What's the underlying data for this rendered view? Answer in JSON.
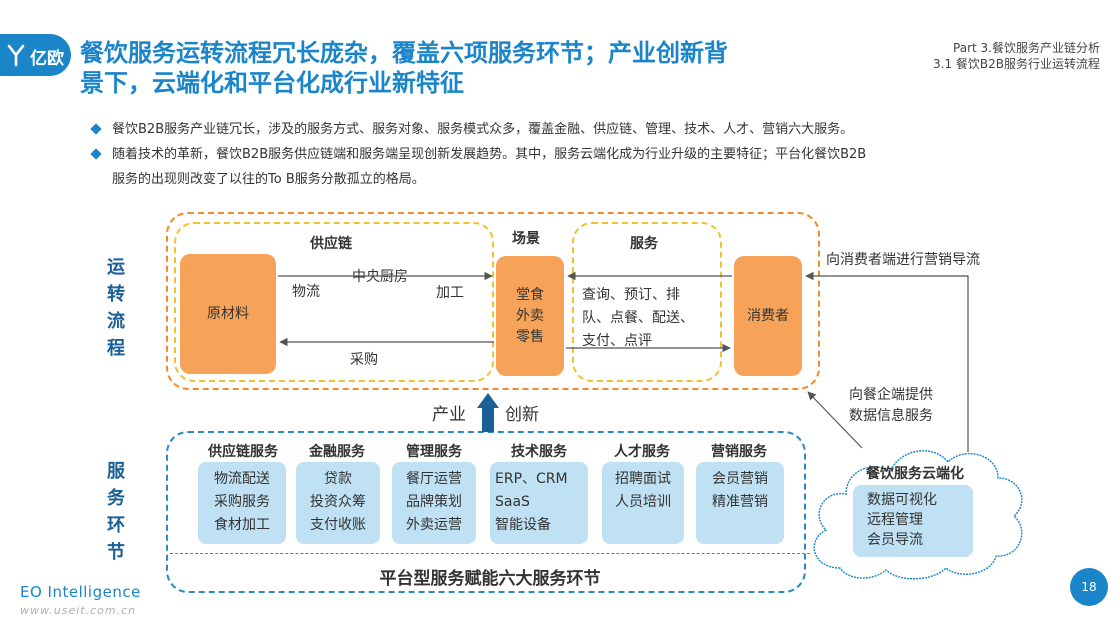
{
  "header": {
    "logo_text": "亿欧",
    "title_line1": "餐饮服务运转流程冗长庞杂，覆盖六项服务环节；产业创新背",
    "title_line2": "景下，云端化和平台化成行业新特征",
    "part_line1": "Part 3.餐饮服务产业链分析",
    "part_line2": "3.1 餐饮B2B服务行业运转流程"
  },
  "bullets": [
    "餐饮B2B服务产业链冗长，涉及的服务方式、服务对象、服务模式众多，覆盖金融、供应链、管理、技术、人才、营销六大服务。",
    "随着技术的革新，餐饮B2B服务供应链端和服务端呈现创新发展趋势。其中，服务云端化成为行业升级的主要特征；平台化餐饮B2B",
    "服务的出现则改变了以往的To B服务分散孤立的格局。"
  ],
  "diagram": {
    "section_operation": [
      "运",
      "转",
      "流",
      "程"
    ],
    "section_services": [
      "服",
      "务",
      "环",
      "节"
    ],
    "supply_chain_label": "供应链",
    "scene_label": "场景",
    "service_label": "服务",
    "raw_material": "原材料",
    "logistics": "物流",
    "central_kitchen": "中央厨房",
    "processing": "加工",
    "purchase": "采购",
    "scene_lines": [
      "堂食",
      "外卖",
      "零售"
    ],
    "service_lines": [
      "查询、预订、排",
      "队、点餐、配送、",
      "支付、点评"
    ],
    "consumer": "消费者",
    "marketing_flow": "向消费者端进行营销导流",
    "data_service_lines": [
      "向餐企端提供",
      "数据信息服务"
    ],
    "industry_innovation": [
      "产业",
      "创新"
    ],
    "service_groups": [
      {
        "title": "供应链服务",
        "items": [
          "物流配送",
          "采购服务",
          "食材加工"
        ]
      },
      {
        "title": "金融服务",
        "items": [
          "贷款",
          "投资众筹",
          "支付收账"
        ]
      },
      {
        "title": "管理服务",
        "items": [
          "餐厅运营",
          "品牌策划",
          "外卖运营"
        ]
      },
      {
        "title": "技术服务",
        "items": [
          "ERP、CRM",
          "SaaS",
          "智能设备"
        ]
      },
      {
        "title": "人才服务",
        "items": [
          "招聘面试",
          "人员培训"
        ]
      },
      {
        "title": "营销服务",
        "items": [
          "会员营销",
          "精准营销"
        ]
      }
    ],
    "platform_text": "平台型服务赋能六大服务环节",
    "cloud_title": "餐饮服务云端化",
    "cloud_items": [
      "数据可视化",
      "远程管理",
      "会员导流"
    ]
  },
  "footer": {
    "brand": "EO Intelligence",
    "watermark": "www.useit.com.cn",
    "page_number": "18"
  },
  "colors": {
    "brand_blue": "#1a85c8",
    "orange": "#f08a2c",
    "yellow": "#f2c12e",
    "light_blue": "#bfe1f3",
    "box_orange": "#f6a359"
  }
}
